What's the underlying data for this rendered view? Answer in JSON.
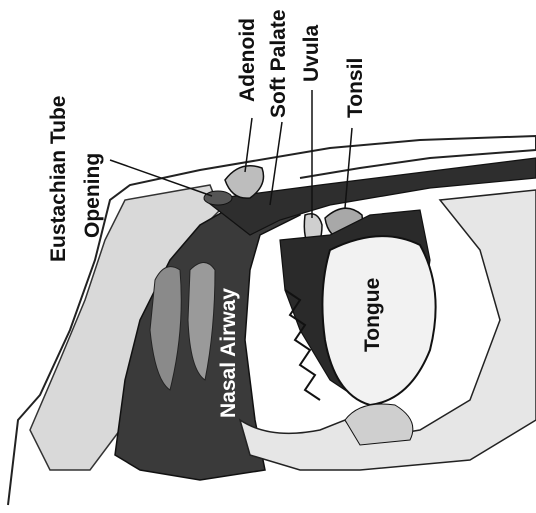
{
  "labels": {
    "eustachian_line1": "Eustachian Tube",
    "eustachian_line2": "Opening",
    "adenoid": "Adenoid",
    "soft_palate": "Soft Palate",
    "uvula": "Uvula",
    "tonsil": "Tonsil",
    "nasal_airway": "Nasal Airway",
    "tongue": "Tongue"
  },
  "colors": {
    "ink": "#111111",
    "airway": "#3a3a3a",
    "tissue": "#cfcfcf",
    "background": "#ffffff"
  }
}
